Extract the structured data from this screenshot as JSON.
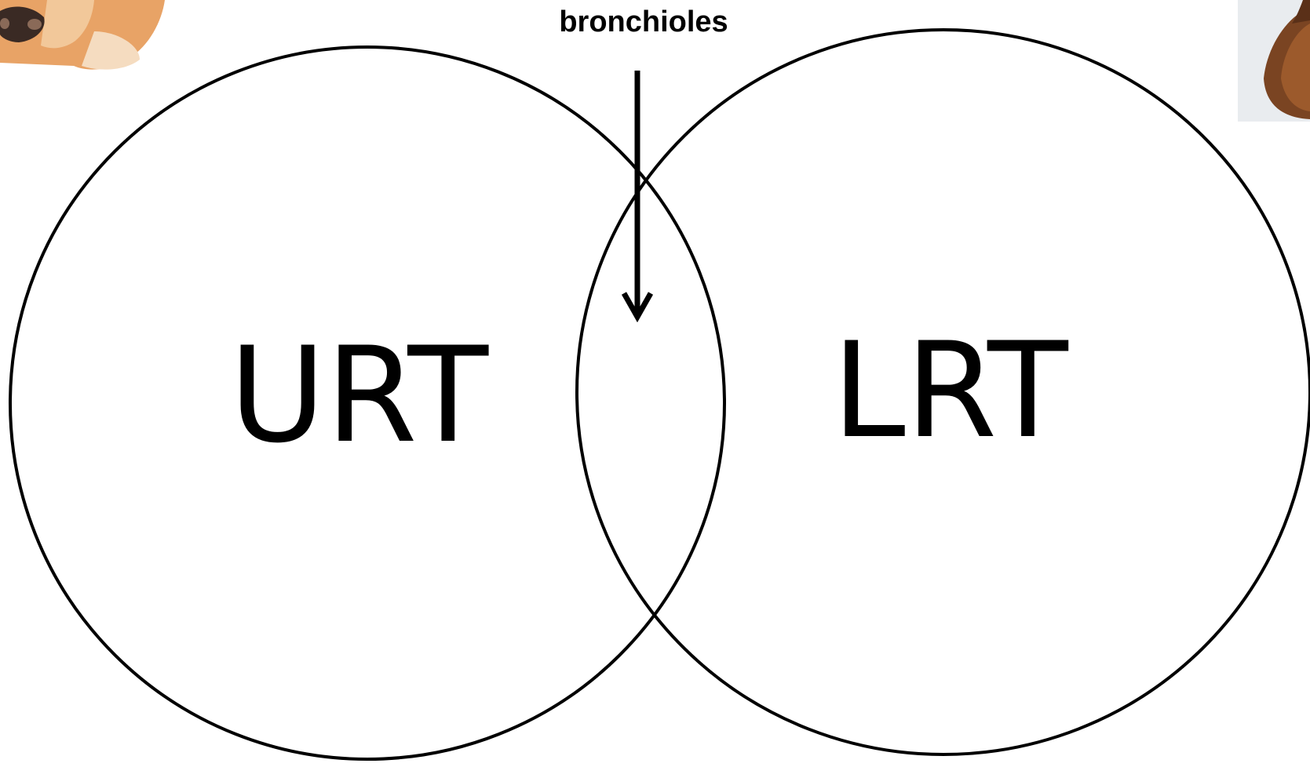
{
  "diagram": {
    "type": "venn",
    "callout": {
      "text": "bronchioles",
      "points_to": "overlap"
    },
    "sets": [
      {
        "label": "URT"
      },
      {
        "label": "LRT"
      }
    ],
    "colors": {
      "stroke": "#000000",
      "background": "#ffffff"
    },
    "images": [
      {
        "name": "cartoon-animal-clip-art-cropped"
      },
      {
        "name": "animal-photo-cropped"
      }
    ]
  }
}
